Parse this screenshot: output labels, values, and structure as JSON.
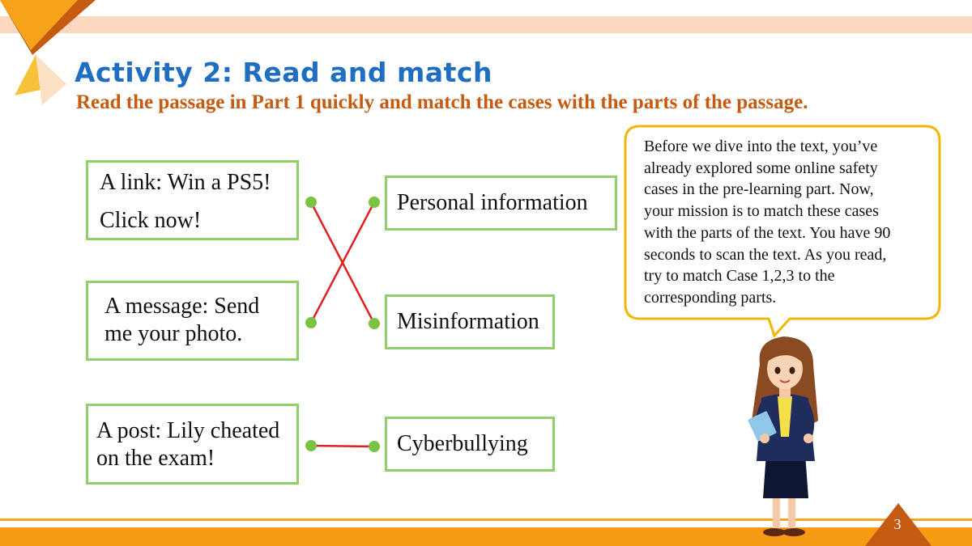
{
  "activity": {
    "title": "Activity 2: Read and match",
    "instruction": "Read the passage in Part 1 quickly and match the cases with the parts of the passage."
  },
  "cases": [
    {
      "line1": "A link: Win a PS5!",
      "line2": "Click now!"
    },
    {
      "line1": "A message: Send",
      "line2": "me your photo."
    },
    {
      "line1": "A post: Lily cheated",
      "line2": "on the exam!"
    }
  ],
  "parts": [
    {
      "label": "Personal information"
    },
    {
      "label": "Misinformation"
    },
    {
      "label": "Cyberbullying"
    }
  ],
  "matches": [
    [
      0,
      1
    ],
    [
      1,
      0
    ],
    [
      2,
      2
    ]
  ],
  "speech_bubble": {
    "lines": [
      "Before we dive into the text, you’ve",
      "already explored some online safety",
      "cases in the pre-learning part. Now,",
      "your mission is to match these cases",
      "with the parts of the text. You have 90",
      "seconds to scan the text. As you read,",
      "try to match Case 1,2,3 to the",
      "corresponding parts."
    ]
  },
  "page_number": "3",
  "colors": {
    "title": "#1f6ec2",
    "instruction": "#c55a11",
    "box_border": "#8fd06c",
    "dot": "#7bc443",
    "match_line": "#e02020",
    "bubble_border": "#f2b705",
    "accent_orange": "#f59b14"
  }
}
